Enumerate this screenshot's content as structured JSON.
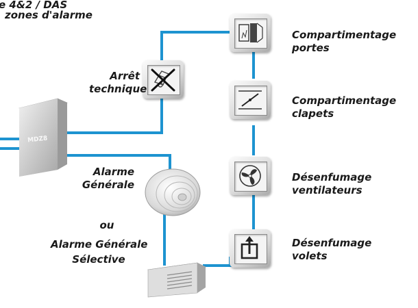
{
  "header": {
    "line1": "e 4&2 / DAS",
    "line2": "zones d'alarme"
  },
  "controller": {
    "label": "MDZ8"
  },
  "labels": {
    "arret": [
      "Arrêt",
      "technique"
    ],
    "alarme_generale": [
      "Alarme",
      "Générale"
    ],
    "ou": "ou",
    "alarme_selective": [
      "Alarme Générale",
      "Sélective"
    ]
  },
  "outputs": [
    {
      "id": "portes",
      "lines": [
        "Compartimentage",
        "portes"
      ],
      "icon": "door-icon"
    },
    {
      "id": "clapets",
      "lines": [
        "Compartimentage",
        "clapets"
      ],
      "icon": "damper-icon"
    },
    {
      "id": "ventilateurs",
      "lines": [
        "Désenfumage",
        "ventilateurs"
      ],
      "icon": "fan-icon"
    },
    {
      "id": "volets",
      "lines": [
        "Désenfumage",
        "volets"
      ],
      "icon": "vent-hatch-icon"
    }
  ],
  "colors": {
    "wire": "#1d93d0",
    "text": "#1a1a1a"
  }
}
